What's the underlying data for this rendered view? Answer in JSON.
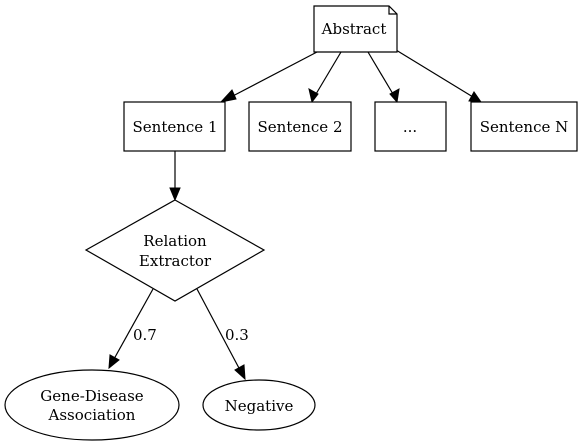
{
  "nodes": {
    "abstract": {
      "label": "Abstract",
      "shape": "note"
    },
    "sentence_1": {
      "label": "Sentence 1",
      "shape": "box"
    },
    "sentence_2": {
      "label": "Sentence 2",
      "shape": "box"
    },
    "sentence_ellipsis": {
      "label": "...",
      "shape": "box"
    },
    "sentence_n": {
      "label": "Sentence N",
      "shape": "box"
    },
    "relation_extractor": {
      "label_line1": "Relation",
      "label_line2": "Extractor",
      "shape": "diamond"
    },
    "gene_disease": {
      "label_line1": "Gene-Disease",
      "label_line2": "Association",
      "shape": "ellipse"
    },
    "negative": {
      "label": "Negative",
      "shape": "ellipse"
    }
  },
  "edges": {
    "to_gene_disease_weight": "0.7",
    "to_negative_weight": "0.3"
  },
  "colors": {
    "stroke": "#000000",
    "fill": "#ffffff"
  }
}
